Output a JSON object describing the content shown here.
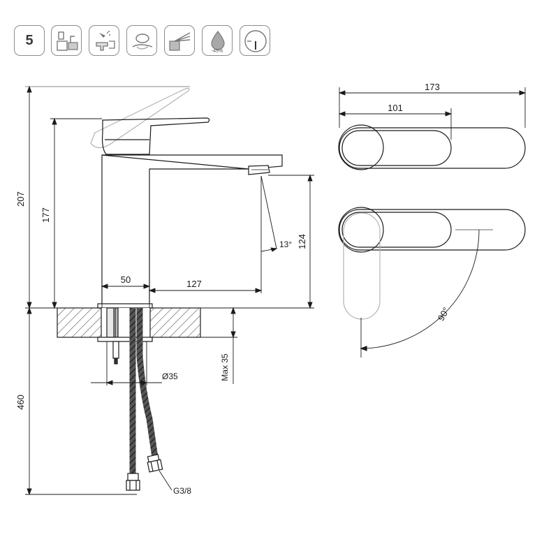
{
  "icons": {
    "rating": "5",
    "eco_saving": "-45%",
    "items": [
      "rating-icon",
      "installation-icon",
      "spray-clean-icon",
      "handle-icon",
      "lever-operation-icon",
      "water-saving-icon",
      "cold-start-icon"
    ]
  },
  "dimensions": {
    "total_height": "207",
    "spout_height": "177",
    "outlet_height": "124",
    "below_deck_length": "460",
    "body_width": "50",
    "spout_reach": "127",
    "top_total": "173",
    "top_handle": "101",
    "stream_angle": "13°",
    "handle_rotation": "90°",
    "hole_diameter": "Ø35",
    "max_deck_thickness": "Max 35",
    "thread": "G3/8"
  },
  "colors": {
    "line": "#1a1a1a",
    "ghost": "#b3b3b3",
    "icon_border": "#8c8c8c"
  }
}
